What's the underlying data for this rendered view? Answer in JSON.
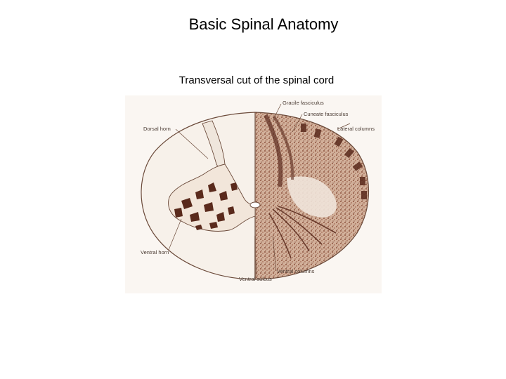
{
  "slide": {
    "title": "Basic Spinal Anatomy",
    "subtitle": "Transversal cut of the spinal cord"
  },
  "figure": {
    "labels": {
      "gracile": "Gracile fasciculus",
      "cuneate": "Cuneate fasciculus",
      "lateral": "Lateral columns",
      "dorsal_horn": "Dorsal horn",
      "ventral_horn": "Ventral horn",
      "ventral_columns": "Ventral columns",
      "ventral_sulcus": "Ventral sulcus"
    },
    "colors": {
      "background_tint": "#f6f1ec",
      "cord_left": "#f7f1ea",
      "cord_right": "#c9a48c",
      "stain_dark": "#5a2a1c",
      "outline": "#6b4a3a"
    }
  }
}
